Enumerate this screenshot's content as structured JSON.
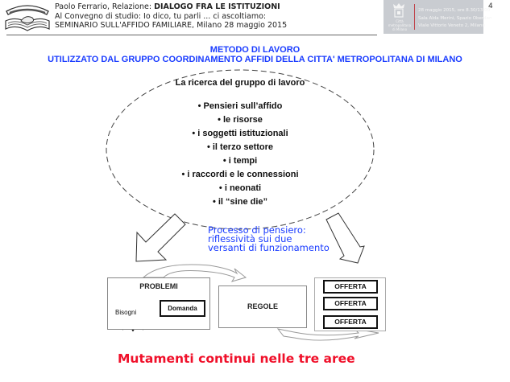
{
  "header": {
    "author_prefix": "Paolo Ferrario, Relazione: ",
    "talk_title": "DIALOGO FRA LE ISTITUZIONI",
    "line2": "Al Convegno di studio: Io dico, tu parli ... ci ascoltiamo:",
    "line3": "SEMINARIO SULL'AFFIDO FAMILIARE, Milano 28 maggio 2015",
    "banner": {
      "logo_text": "Città metropolitana di Milano",
      "line1": "28 maggio 2015, ore 8.30/13.00",
      "line2": "Sala Alda Merini, Spazio Oberdan",
      "line3": "Viale Vittorio Veneto 2, Milano"
    },
    "page_number": "4"
  },
  "title": {
    "line1": "METODO DI LAVORO",
    "line2": "UTILIZZATO DAL GRUPPO COORDINAMENTO AFFIDI DELLA CITTA' METROPOLITANA DI MILANO"
  },
  "ellipse": {
    "heading": "La ricerca del gruppo di lavoro",
    "items": [
      "• Pensieri sull’affido",
      "• le risorse",
      "• i soggetti istituzionali",
      "• il terzo settore",
      "• i tempi",
      "• i raccordi e le connessioni",
      "• i neonati",
      "• il “sine die”"
    ]
  },
  "process": {
    "line1": "Processo di pensiero:",
    "line2": "riflessività  sui due",
    "line3": "versanti di funzionamento"
  },
  "diagram": {
    "problemi": "PROBLEMI",
    "bisogni": "Bisogni",
    "domanda": "Domanda",
    "regole": "REGOLE",
    "offerte": [
      "OFFERTA",
      "OFFERTA",
      "OFFERTA"
    ]
  },
  "footer": {
    "conclusion": "Mutamenti continui nelle tre aree"
  },
  "colors": {
    "title_blue": "#1a3cff",
    "conclusion_red": "#f0102a"
  }
}
